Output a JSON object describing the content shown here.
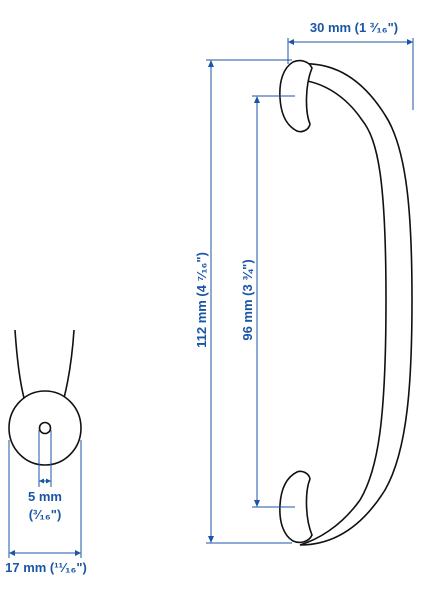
{
  "dimensions": {
    "width_30": "30 mm (1 ³⁄₁₆\")",
    "height_112": "112 mm (4 ⁷⁄₁₆\")",
    "spacing_96": "96 mm (3 ¾\")",
    "hole_5_mm": "5 mm",
    "hole_5_in": "(³⁄₁₆\")",
    "base_17": "17 mm (¹¹⁄₁₆\")"
  },
  "colors": {
    "dimension": "#1a56a6",
    "outline": "#111111"
  }
}
